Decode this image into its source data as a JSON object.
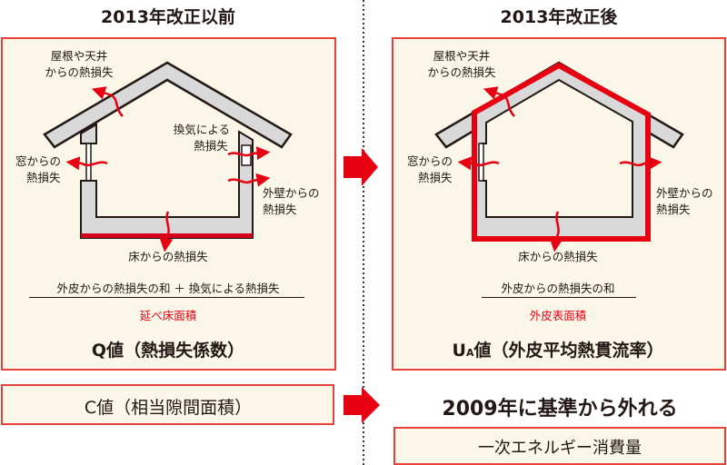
{
  "before": {
    "title": "2013年改正以前",
    "labels": {
      "roof_1": "屋根や天井",
      "roof_2": "からの熱損失",
      "vent_1": "換気による",
      "vent_2": "熱損失",
      "window_1": "窓からの",
      "window_2": "熱損失",
      "wall_1": "外壁からの",
      "wall_2": "熱損失",
      "floor": "床からの熱損失"
    },
    "numerator": "外皮からの熱損失の和 ＋ 換気による熱損失",
    "denominator": "延べ床面積",
    "metric": "Q値（熱損失係数）",
    "sub_metric": "C値（相当隙間面積）"
  },
  "after": {
    "title": "2013年改正後",
    "labels": {
      "roof_1": "屋根や天井",
      "roof_2": "からの熱損失",
      "window_1": "窓からの",
      "window_2": "熱損失",
      "wall_1": "外壁からの",
      "wall_2": "熱損失",
      "floor": "床からの熱損失"
    },
    "numerator": "外皮からの熱損失の和",
    "denominator": "外皮表面積",
    "metric_u": "U",
    "metric_sub": "A",
    "metric_rest": "値（外皮平均熱貫流率）",
    "removed_note": "2009年に基準から外れる",
    "energy": "一次エネルギー消費量"
  },
  "colors": {
    "accent": "#e60012",
    "border": "#e8403a",
    "panel": "#faf7e8",
    "wall": "#d9d9d9"
  }
}
